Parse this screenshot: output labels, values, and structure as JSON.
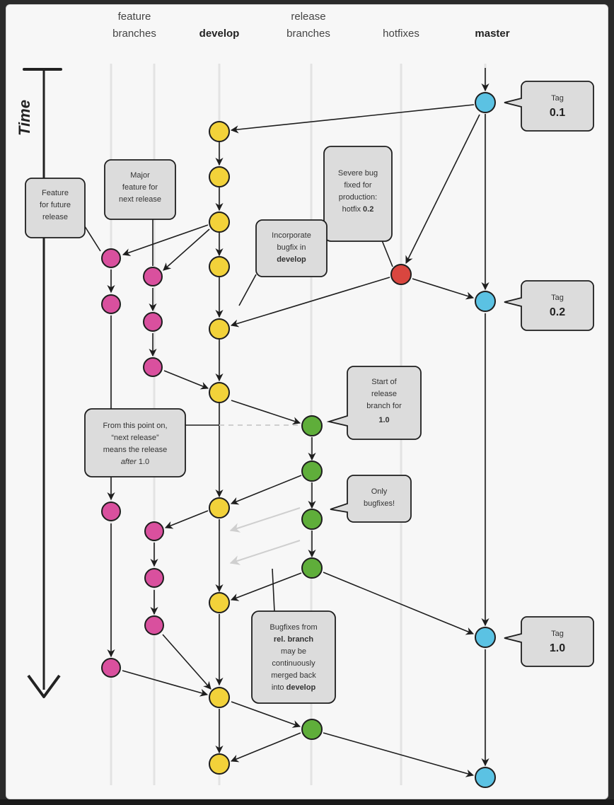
{
  "lanes": {
    "feature_line1": "feature",
    "feature_line2": "branches",
    "develop": "develop",
    "release_line1": "release",
    "release_line2": "branches",
    "hotfixes": "hotfixes",
    "master": "master"
  },
  "time_label": "Time",
  "tags": [
    {
      "small": "Tag",
      "big": "0.1"
    },
    {
      "small": "Tag",
      "big": "0.2"
    },
    {
      "small": "Tag",
      "big": "1.0"
    }
  ],
  "callouts": {
    "feature_future": [
      "Feature",
      "for future",
      "release"
    ],
    "major_feature": [
      "Major",
      "feature for",
      "next release"
    ],
    "severe_bug": [
      "Severe bug",
      "fixed for",
      "production:",
      "hotfix ",
      "0.2"
    ],
    "incorporate": [
      "Incorporate",
      "bugfix in",
      "develop"
    ],
    "start_release": [
      "Start of",
      "release",
      "branch for",
      "1.0"
    ],
    "from_this_point": [
      "From this point on,",
      "“next release”",
      "means the release",
      "after",
      " 1.0"
    ],
    "only_bugfixes": [
      "Only",
      "bugfixes!"
    ],
    "bugfixes_from": [
      "Bugfixes from",
      "rel. branch",
      "may be",
      "continuously",
      "merged back",
      "into ",
      "develop"
    ]
  },
  "colors": {
    "feature": "#d9509e",
    "develop": "#f2d23a",
    "release": "#5fae3a",
    "hotfix": "#d9463f",
    "master": "#5bc2e3",
    "lane": "#e3e3e3",
    "arrow": "#1e1e1e",
    "callout_fill": "#dcdcdc"
  }
}
